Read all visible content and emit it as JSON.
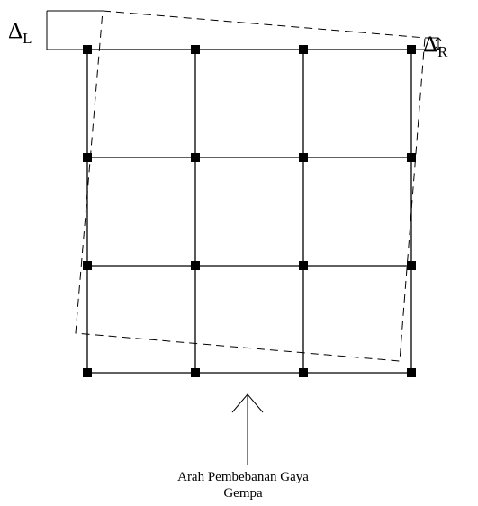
{
  "drift_left": {
    "symbol": "Δ",
    "subscript": "L"
  },
  "drift_right": {
    "symbol": "Δ",
    "subscript": "R"
  },
  "caption": {
    "line1": "Arah Pembebanan Gaya",
    "line2": "Gempa"
  },
  "grid": {
    "columns": 4,
    "rows": 4
  },
  "colors": {
    "line": "#000000",
    "node": "#000000",
    "background": "#ffffff"
  }
}
